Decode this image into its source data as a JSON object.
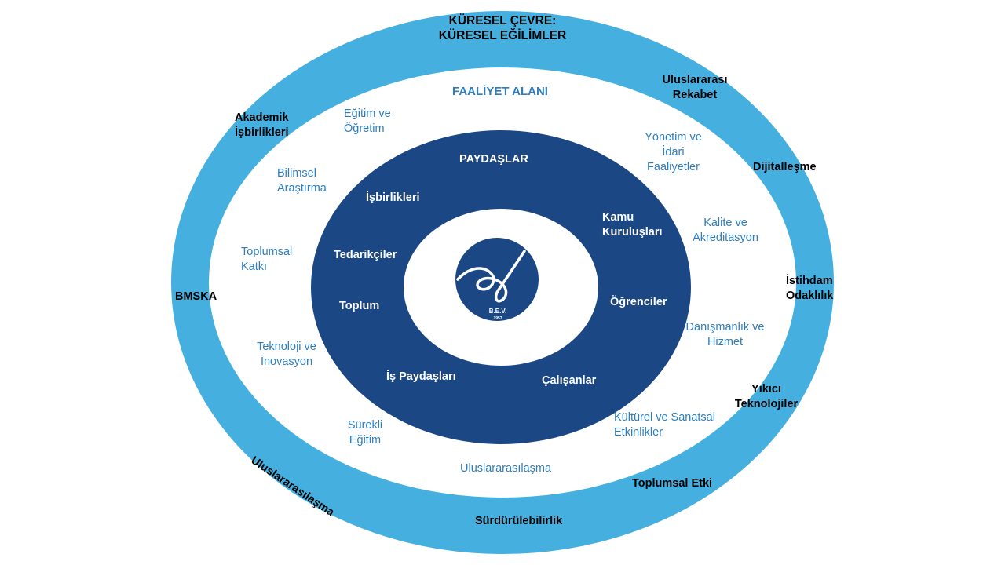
{
  "colors": {
    "outer_ring": "#45afe0",
    "inner_band": "#ffffff",
    "stakeholder_ring": "#1b4784",
    "center": "#ffffff",
    "logo_bg": "#1b4784",
    "outer_text": "#000000",
    "activity_text": "#2e7ebf",
    "stakeholder_text": "#ffffff"
  },
  "outer_ring": {
    "title_line1": "KÜRESEL ÇEVRE:",
    "title_line2": "KÜRESEL EĞİLİMLER",
    "items": [
      {
        "lines": [
          "Uluslararası",
          "Rekabet"
        ]
      },
      {
        "lines": [
          "Dijitalleşme"
        ]
      },
      {
        "lines": [
          "İstihdam",
          "Odaklılık"
        ]
      },
      {
        "lines": [
          "Yıkıcı",
          "Teknolojiler"
        ]
      },
      {
        "lines": [
          "Toplumsal Etki"
        ]
      },
      {
        "lines": [
          "Sürdürülebilirlik"
        ]
      },
      {
        "lines": [
          "Uluslararasılaşma"
        ]
      },
      {
        "lines": [
          "BMSKA"
        ]
      },
      {
        "lines": [
          "Akademik",
          "İşbirlikleri"
        ]
      }
    ]
  },
  "activity_area": {
    "title": "FAALİYET ALANI",
    "items": [
      {
        "lines": [
          "Eğitim ve",
          "Öğretim"
        ]
      },
      {
        "lines": [
          "Yönetim ve",
          "İdari",
          "Faaliyetler"
        ]
      },
      {
        "lines": [
          "Kalite ve",
          "Akreditasyon"
        ]
      },
      {
        "lines": [
          "Danışmanlık ve",
          "Hizmet"
        ]
      },
      {
        "lines": [
          "Kültürel ve Sanatsal",
          "Etkinlikler"
        ]
      },
      {
        "lines": [
          "Uluslararasılaşma"
        ]
      },
      {
        "lines": [
          "Sürekli",
          "Eğitim"
        ]
      },
      {
        "lines": [
          "Teknoloji ve",
          "İnovasyon"
        ]
      },
      {
        "lines": [
          "Toplumsal",
          "Katkı"
        ]
      },
      {
        "lines": [
          "Bilimsel",
          "Araştırma"
        ]
      }
    ]
  },
  "stakeholders": {
    "title": "PAYDAŞLAR",
    "items": [
      {
        "lines": [
          "İşbirlikleri"
        ]
      },
      {
        "lines": [
          "Kamu",
          "Kuruluşları"
        ]
      },
      {
        "lines": [
          "Öğrenciler"
        ]
      },
      {
        "lines": [
          "Çalışanlar"
        ]
      },
      {
        "lines": [
          "İş Paydaşları"
        ]
      },
      {
        "lines": [
          "Toplum"
        ]
      },
      {
        "lines": [
          "Tedarikçiler"
        ]
      }
    ]
  },
  "logo": {
    "text": "B.E.V.",
    "year": "1957"
  }
}
